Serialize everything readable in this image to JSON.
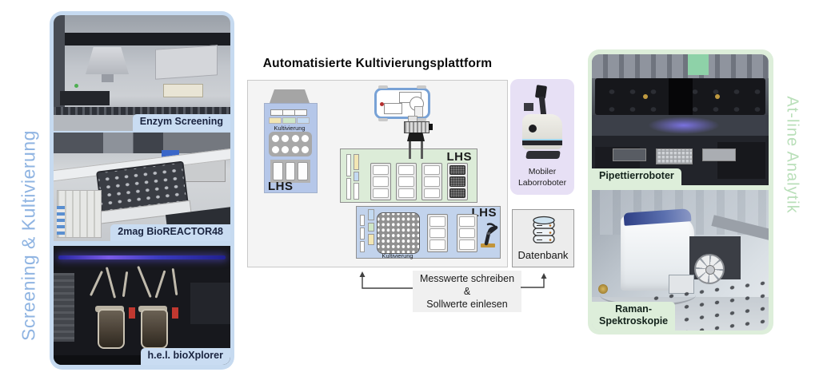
{
  "left_panel": {
    "vertical_label": "Screening & Kultivierung",
    "photos": [
      {
        "label": "Enzym Screening"
      },
      {
        "label": "2mag BioREACTOR48"
      },
      {
        "label": "h.e.l. bioXplorer"
      }
    ]
  },
  "center": {
    "title": "Automatisierte Kultivierungsplattform",
    "incubator": {
      "title": "Kultivierung",
      "lhs": "LHS"
    },
    "green_zone": {
      "lhs": "LHS"
    },
    "blue_zone": {
      "lhs": "LHS",
      "plate_label": "Kultivierung"
    },
    "mobile_robot": {
      "line1": "Mobiler",
      "line2": "Laborroboter"
    },
    "database": {
      "label": "Datenbank"
    },
    "io_note": {
      "line1": "Messwerte schreiben",
      "line2": "&",
      "line3": "Sollwerte einlesen"
    }
  },
  "right_panel": {
    "vertical_label": "At-line Analytik",
    "photos": [
      {
        "label": "Pipettierroboter"
      },
      {
        "line1": "Raman-",
        "line2": "Spektroskopie"
      }
    ]
  },
  "icons": {
    "database_icon": "database-cylinder-stack",
    "robot_arm_icon": "robot-arm",
    "gripper_icon": "robot-gripper"
  },
  "colors": {
    "left_accent": "#8fb4e2",
    "right_accent": "#b9dfb9",
    "panel_blue": "#c6daf0",
    "panel_green": "#ddeeda",
    "panel_purple": "#e7e0f5",
    "zone_green": "#dcecd8",
    "zone_blue": "#c2d3ec",
    "frame_border": "#abcce3"
  }
}
